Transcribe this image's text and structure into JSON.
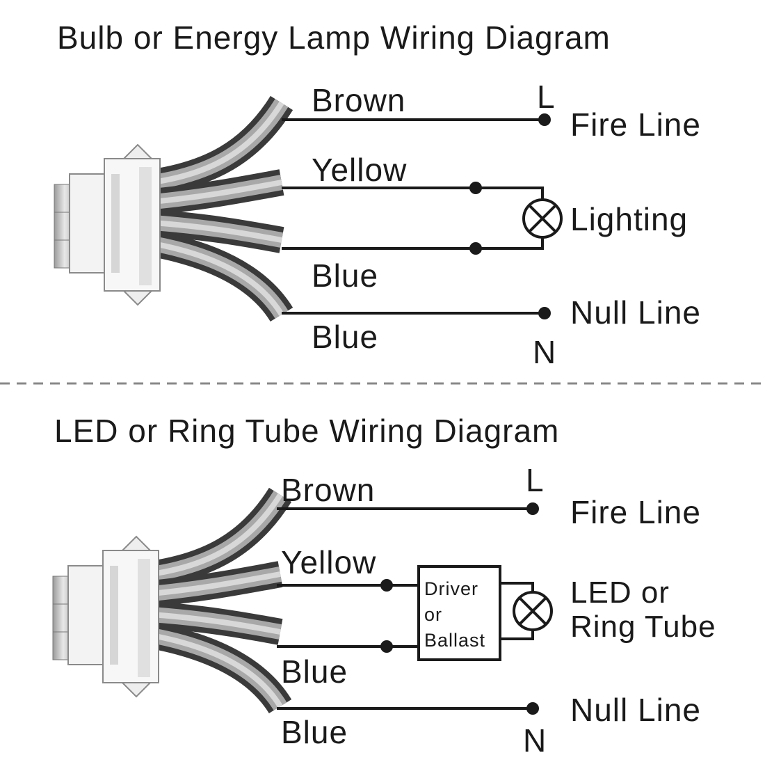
{
  "colors": {
    "ink": "#1a1a1a",
    "cable_dark": "#5a5a5a",
    "cable_mid": "#8c8c8c",
    "cable_light": "#d9d9d9",
    "connector": "#f2f2f2",
    "divider": "#888888"
  },
  "diagram1": {
    "title": "Bulb or Energy Lamp Wiring Diagram",
    "wire_brown": "Brown",
    "wire_yellow": "Yellow",
    "wire_blue_1": "Blue",
    "wire_blue_2": "Blue",
    "terminal_l": "L",
    "terminal_n": "N",
    "fire_line": "Fire Line",
    "load_label": "Lighting",
    "null_line": "Null Line",
    "lamp_icon": "lamp-symbol-icon"
  },
  "diagram2": {
    "title": "LED or Ring Tube Wiring Diagram",
    "wire_brown": "Brown",
    "wire_yellow": "Yellow",
    "wire_blue_1": "Blue",
    "wire_blue_2": "Blue",
    "terminal_l": "L",
    "terminal_n": "N",
    "fire_line": "Fire Line",
    "load_label_line1": "LED or",
    "load_label_line2": "Ring Tube",
    "driver_line1": "Driver",
    "driver_line2": "or",
    "driver_line3": "Ballast",
    "null_line": "Null Line",
    "lamp_icon": "lamp-symbol-icon"
  }
}
